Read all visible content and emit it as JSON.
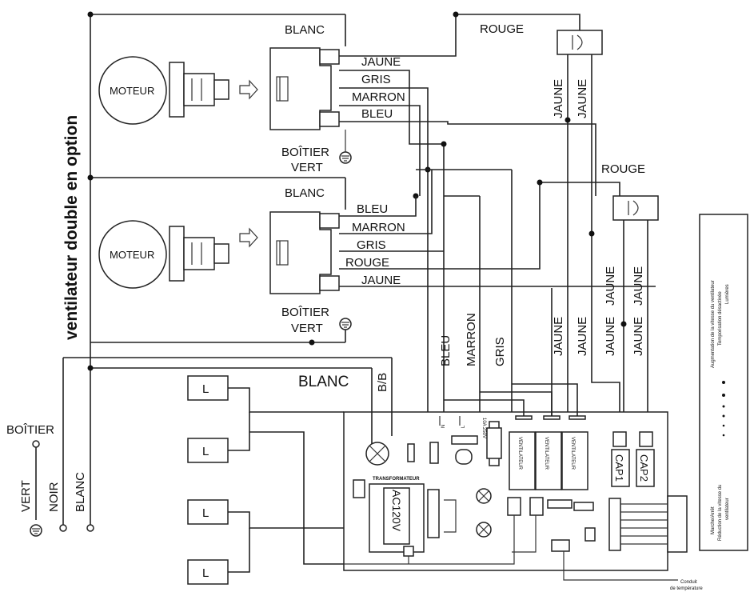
{
  "side_title": "ventilateur double en option",
  "motor_label": "MOTEUR",
  "housing_label_1": "BOÎTIER",
  "housing_label_2": "VERT",
  "ground_box_label": "BOÎTIER",
  "supply_wires": [
    "VERT",
    "NOIR",
    "BLANC"
  ],
  "wire_colors": {
    "white": "BLANC",
    "red": "ROUGE",
    "yellow": "JAUNE",
    "grey": "GRIS",
    "brown": "MARRON",
    "blue": "BLEU"
  },
  "bb_label": "B/B",
  "lamp_label": "L",
  "board": {
    "transformer_title": "TRANSFORMATEUR",
    "transformer_rating": "AC120V",
    "fuse_rating": "10A 250V",
    "relay_label": "VENTILATEUR",
    "cap1": "CAP1",
    "cap2": "CAP2",
    "pin_n": "N",
    "pin_l": "L",
    "sensor_line1": "Conduit",
    "sensor_line2": "de température"
  },
  "panel": {
    "top_line1": "Augmentation de la vitesse du ventilateur",
    "top_line2": "Temporisation désactivée",
    "top_line3": "Lumières",
    "bottom_line1": "Marche/Arrêt",
    "bottom_line2": "Réduction de la vitesse du",
    "bottom_line3": "ventilateur"
  }
}
